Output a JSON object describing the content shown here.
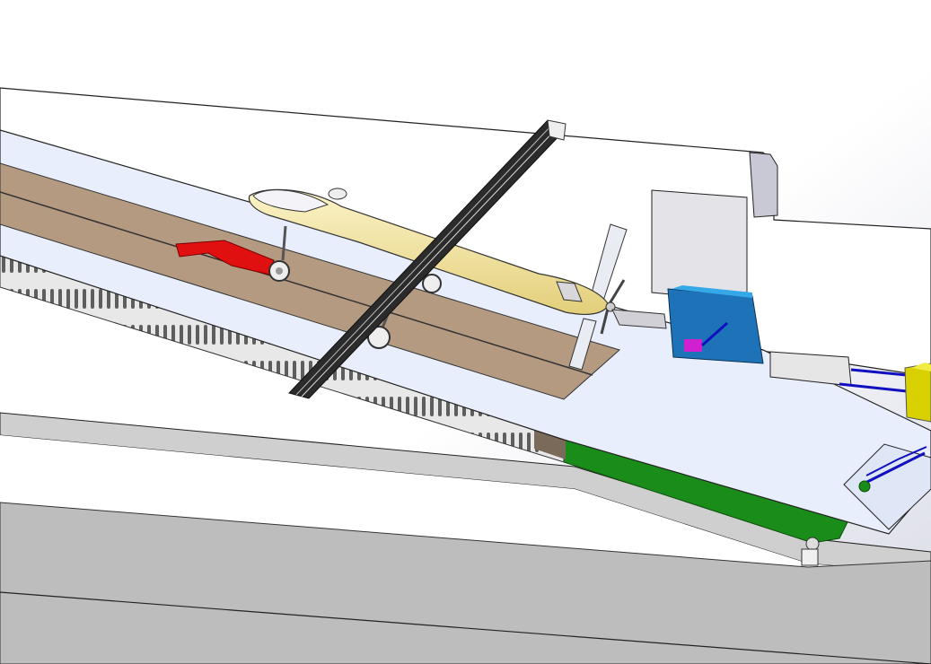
{
  "scene": {
    "description_tags": [
      "uav",
      "catapult-launcher",
      "ramp",
      "cad-render"
    ],
    "colors": {
      "background_top": "#ffffff",
      "background_corner": "#d8dae6",
      "rail_bed": "#b39a80",
      "rail_top": "#e9eefc",
      "rack_teeth": "#5e5e5e",
      "green_frame": "#1a8c1a",
      "fuselage": "#f3e6a8",
      "wing": "#2b2b2b",
      "shuttle": "#e01010",
      "blue_box": "#1e73b8",
      "yellow_box": "#d8d000",
      "pipes": "#1010c0",
      "ground_gray": "#b8b8b8"
    }
  }
}
